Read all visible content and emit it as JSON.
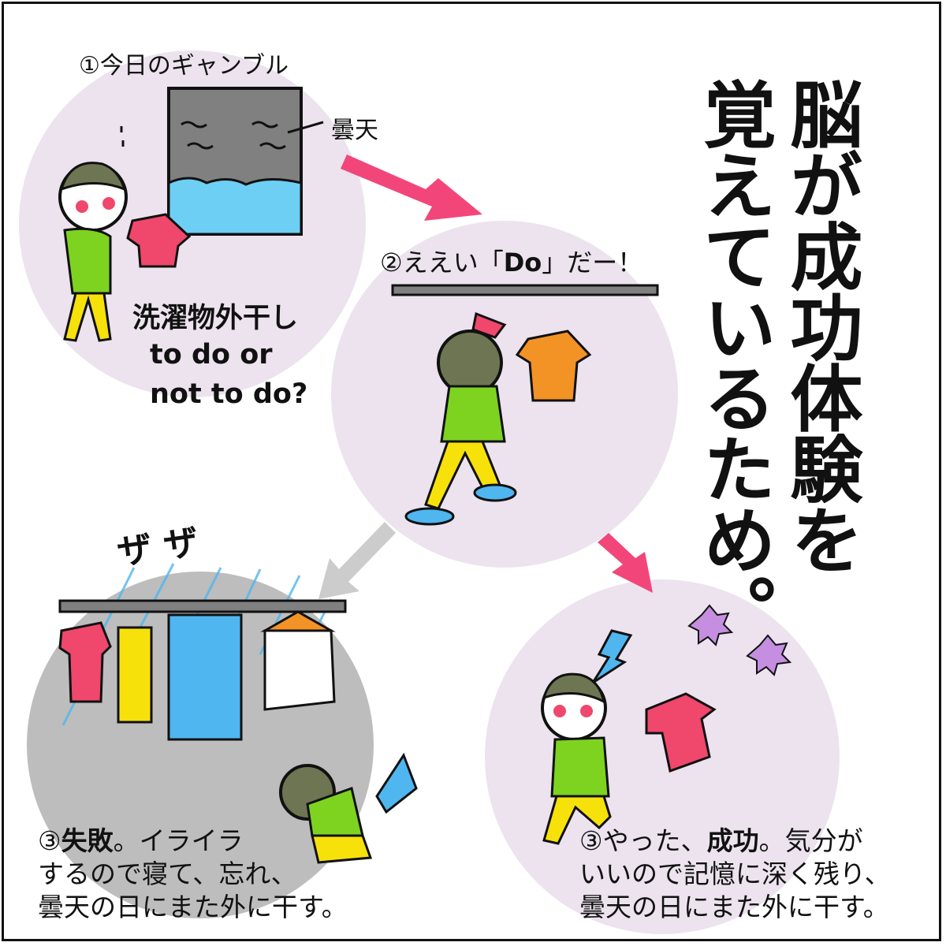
{
  "panel1": {
    "step_label": "①今日のギャンブル",
    "weather_label": "曇天",
    "question_line1": "洗濯物外干し",
    "question_line2": "to do or",
    "question_line3": "not to do?"
  },
  "panel2": {
    "label_prefix": "②ええい「",
    "label_do": "Do",
    "label_suffix": "」だー！"
  },
  "panel3_fail": {
    "sfx": "ザ ザ",
    "line1_prefix": "③",
    "line1_bold": "失敗",
    "line1_rest": "。イライラ",
    "line2": "するので寝て、忘れ、",
    "line3": "曇天の日にまた外に干す。"
  },
  "panel4_success": {
    "line1_prefix": "③やった、",
    "line1_bold": "成功",
    "line1_rest": "。気分が",
    "line2": "いいので記憶に深く残り、",
    "line3": "曇天の日にまた外に干す。"
  },
  "headline": {
    "column_right": "脳が成功体験を",
    "column_left": "覚えているため。"
  },
  "colors": {
    "circle_pink": "#ece3ee",
    "circle_gray": "#bdbdbd",
    "arrow_pink": "#f2467a",
    "arrow_gray": "#cccccc",
    "sky_blue": "#6dcff3",
    "shirt_pink": "#f0476c",
    "shirt_orange": "#f39325",
    "body_green": "#7ed321",
    "pants_yellow": "#f7e10b",
    "rain_blue": "#4fb6f0"
  }
}
